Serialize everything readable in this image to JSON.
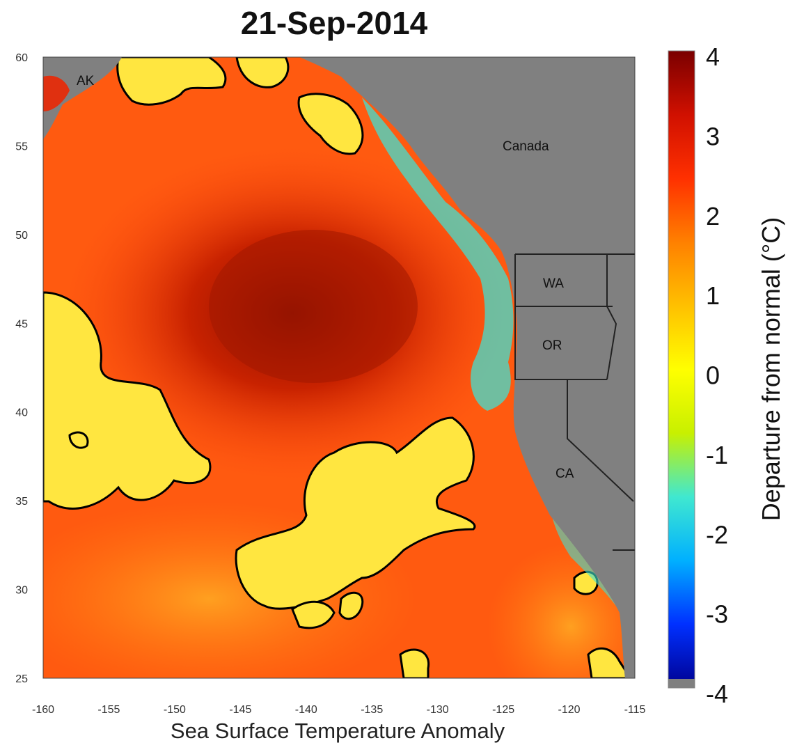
{
  "title": "21-Sep-2014",
  "xlabel": "Sea Surface Temperature Anomaly",
  "colorbar": {
    "label": "Departure from normal (°C)",
    "ticks": [
      "4",
      "3",
      "2",
      "1",
      "0",
      "-1",
      "-2",
      "-3",
      "-4"
    ],
    "range": [
      -4,
      4
    ],
    "colors": [
      "#00008f",
      "#0030ff",
      "#00b0ff",
      "#40e8d0",
      "#c8f000",
      "#ffff00",
      "#ffc000",
      "#ff8000",
      "#ff3000",
      "#d01000",
      "#7a0000"
    ]
  },
  "axes": {
    "x_ticks": [
      "-160",
      "-155",
      "-150",
      "-145",
      "-140",
      "-135",
      "-130",
      "-125",
      "-120",
      "-115"
    ],
    "y_ticks": [
      "60",
      "55",
      "50",
      "45",
      "40",
      "35",
      "30",
      "25"
    ],
    "lon_range": [
      -160,
      -115
    ],
    "lat_range": [
      25,
      60
    ]
  },
  "places": {
    "ak": "AK",
    "canada": "Canada",
    "wa": "WA",
    "or": "OR",
    "ca": "CA"
  },
  "colors": {
    "land": "#808080",
    "ocean_hot": "#ff4a10",
    "ocean_very_hot": "#b81a00",
    "ocean_warm": "#ffe640",
    "coastal_cool": "#40e0d0",
    "contour": "#000000"
  }
}
